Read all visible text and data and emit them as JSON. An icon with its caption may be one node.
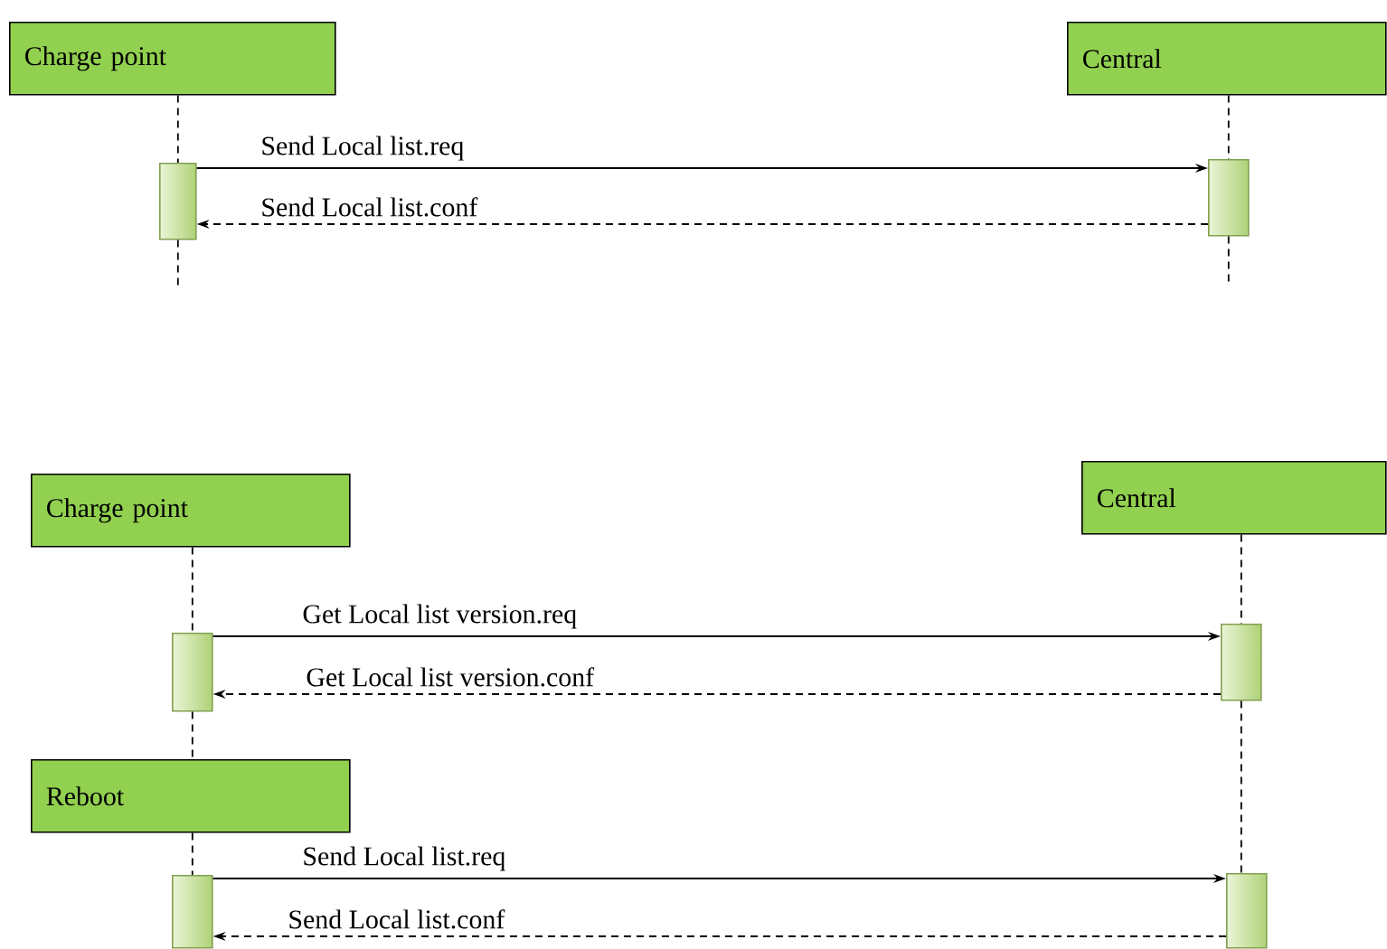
{
  "diagram": {
    "nodes": [
      {
        "text": [
          "Charge point"
        ]
      },
      {
        "text": [
          "Central"
        ]
      },
      {
        "text": [],
        "shape": "bar"
      },
      {
        "text": [],
        "shape": "bar"
      },
      {
        "text": [
          "Charge point"
        ]
      },
      {
        "text": [
          "Central"
        ]
      },
      {
        "text": [
          "Reboot"
        ]
      },
      {
        "text": [],
        "shape": "bar"
      },
      {
        "text": [],
        "shape": "bar"
      },
      {
        "text": [],
        "shape": "bar"
      },
      {
        "text": [],
        "shape": "bar"
      }
    ],
    "edges": [
      {
        "from": 0,
        "to": 2,
        "arrow": "none",
        "style": "dashed"
      },
      {
        "from": 1,
        "to": 3,
        "arrow": "none",
        "style": "dashed"
      },
      {
        "from": 2,
        "to": 3,
        "arrow": "to",
        "label": "Send Local list.req"
      },
      {
        "from": 3,
        "to": 2,
        "arrow": "to",
        "style": "dashed",
        "label": "Send Local list.conf"
      },
      {
        "from": 2,
        "to": null,
        "arrow": "none",
        "style": "dashed"
      },
      {
        "from": 3,
        "to": null,
        "arrow": "none",
        "style": "dashed"
      },
      {
        "from": 4,
        "to": 7,
        "arrow": "none",
        "style": "dashed"
      },
      {
        "from": 5,
        "to": 8,
        "arrow": "none",
        "style": "dashed"
      },
      {
        "from": 7,
        "to": 8,
        "arrow": "to",
        "label": "Get Local list version.req"
      },
      {
        "from": 8,
        "to": 7,
        "arrow": "to",
        "style": "dashed",
        "label": "Get Local list version.conf"
      },
      {
        "from": 7,
        "to": 6,
        "arrow": "none",
        "style": "dashed"
      },
      {
        "from": 6,
        "to": 9,
        "arrow": "none",
        "style": "dashed"
      },
      {
        "from": 8,
        "to": 10,
        "arrow": "none",
        "style": "dashed"
      },
      {
        "from": 9,
        "to": 10,
        "arrow": "to",
        "label": "Send Local list.req"
      },
      {
        "from": 10,
        "to": 9,
        "arrow": "to",
        "style": "dashed",
        "label": "Send Local list.conf"
      }
    ]
  }
}
